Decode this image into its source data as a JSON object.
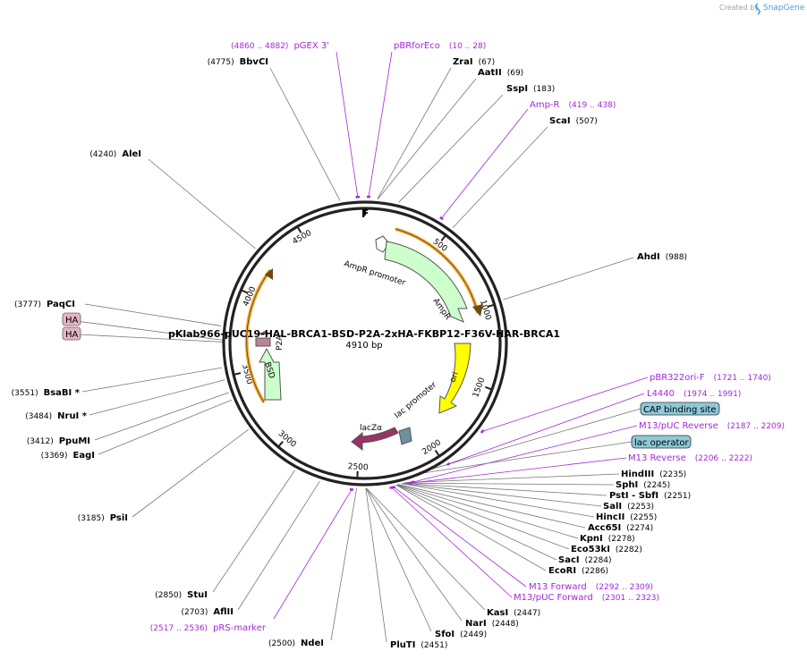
{
  "credit": {
    "prefix": "Created by",
    "brand": "SnapGene"
  },
  "plasmid": {
    "name": "pKlab966-pUC19-HAL-BRCA1-BSD-P2A-2xHA-FKBP12-F36V-HAR-BRCA1",
    "size": "4910 bp",
    "length": 4910
  },
  "colors": {
    "backbone": "#222222",
    "primer": "#a428d6",
    "enzyme_line": "#777777",
    "ampr": "#ccffcc",
    "ori": "#ffff00",
    "lacz": "#993366",
    "orf": "#f5b041",
    "ha_box": "#e6b3c4",
    "feature_box": "#8ec9d8"
  },
  "ticks": [
    "500",
    "1000",
    "1500",
    "2000",
    "2500",
    "3000",
    "3500",
    "4000",
    "4500"
  ],
  "features": [
    {
      "id": "amprp",
      "label": "AmpR promoter",
      "icon": "promoter-arrow-icon"
    },
    {
      "id": "ampr",
      "label": "AmpR",
      "icon": "cds-arrow-icon"
    },
    {
      "id": "ori",
      "label": "ori",
      "icon": "origin-arrow-icon"
    },
    {
      "id": "lacp",
      "label": "lac promoter",
      "icon": "promoter-arrow-icon"
    },
    {
      "id": "lacz",
      "label": "lacZα",
      "icon": "cds-arrow-icon"
    },
    {
      "id": "bsd",
      "label": "BSD",
      "icon": "cds-arrow-icon"
    },
    {
      "id": "p2a",
      "label": "P2A",
      "icon": "peptide-box-icon"
    },
    {
      "id": "f",
      "label": "F",
      "icon": "feature-mark-icon"
    }
  ],
  "labels_left": [
    {
      "name": "BbvCI",
      "pos": "(4775)"
    },
    {
      "name": "AleI",
      "pos": "(4240)"
    },
    {
      "name": "PaqCI",
      "pos": "(3777)"
    },
    {
      "name": "BsaBI *",
      "pos": "(3551)"
    },
    {
      "name": "NruI *",
      "pos": "(3484)"
    },
    {
      "name": "PpuMI",
      "pos": "(3412)"
    },
    {
      "name": "EagI",
      "pos": "(3369)"
    },
    {
      "name": "PsiI",
      "pos": "(3185)"
    },
    {
      "name": "StuI",
      "pos": "(2850)"
    },
    {
      "name": "AflII",
      "pos": "(2703)"
    },
    {
      "name": "NdeI",
      "pos": "(2500)"
    },
    {
      "name": "PluTI",
      "pos": "(2451)"
    },
    {
      "name": "SfoI",
      "pos": "(2449)"
    },
    {
      "name": "NarI",
      "pos": "(2448)"
    },
    {
      "name": "KasI",
      "pos": "(2447)"
    }
  ],
  "labels_right": [
    {
      "name": "ZraI",
      "pos": "(67)"
    },
    {
      "name": "AatII",
      "pos": "(69)"
    },
    {
      "name": "SspI",
      "pos": "(183)"
    },
    {
      "name": "ScaI",
      "pos": "(507)"
    },
    {
      "name": "AhdI",
      "pos": "(988)"
    },
    {
      "name": "HindIII",
      "pos": "(2235)"
    },
    {
      "name": "SphI",
      "pos": "(2245)"
    },
    {
      "name": "PstI - SbfI",
      "pos": "(2251)"
    },
    {
      "name": "SalI",
      "pos": "(2253)"
    },
    {
      "name": "HincII",
      "pos": "(2255)"
    },
    {
      "name": "Acc65I",
      "pos": "(2274)"
    },
    {
      "name": "KpnI",
      "pos": "(2278)"
    },
    {
      "name": "Eco53kI",
      "pos": "(2282)"
    },
    {
      "name": "SacI",
      "pos": "(2284)"
    },
    {
      "name": "EcoRI",
      "pos": "(2286)"
    }
  ],
  "primers": [
    {
      "name": "pGEX 3'",
      "range": "(4860 .. 4882)"
    },
    {
      "name": "pBRforEco",
      "range": "(10 .. 28)"
    },
    {
      "name": "Amp-R",
      "range": "(419 .. 438)"
    },
    {
      "name": "pBR322ori-F",
      "range": "(1721 .. 1740)"
    },
    {
      "name": "L4440",
      "range": "(1974 .. 1991)"
    },
    {
      "name": "M13/pUC Reverse",
      "range": "(2187 .. 2209)"
    },
    {
      "name": "M13 Reverse",
      "range": "(2206 .. 2222)"
    },
    {
      "name": "M13 Forward",
      "range": "(2292 .. 2309)"
    },
    {
      "name": "M13/pUC Forward",
      "range": "(2301 .. 2323)"
    },
    {
      "name": "pRS-marker",
      "range": "(2517 .. 2536)"
    }
  ],
  "boxes": [
    {
      "name": "CAP binding site"
    },
    {
      "name": "lac operator"
    },
    {
      "name": "HA"
    },
    {
      "name": "HA"
    }
  ]
}
